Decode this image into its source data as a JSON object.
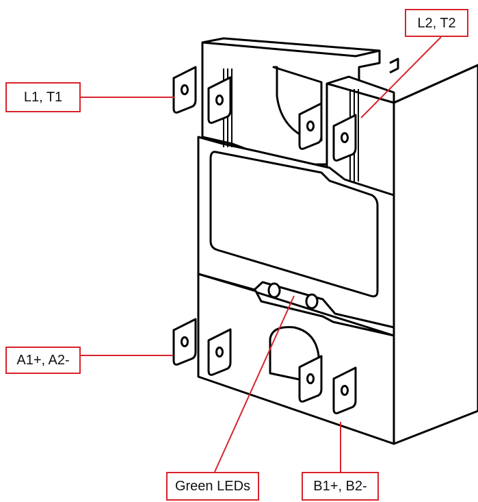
{
  "colors": {
    "outline": "#000000",
    "leader": "#d8232a",
    "fill": "#ffffff"
  },
  "labels": {
    "l1_t1": "L1, T1",
    "l2_t2": "L2, T2",
    "a1_a2": "A1+, A2-",
    "green_leds": "Green LEDs",
    "b1_b2": "B1+, B2-"
  }
}
